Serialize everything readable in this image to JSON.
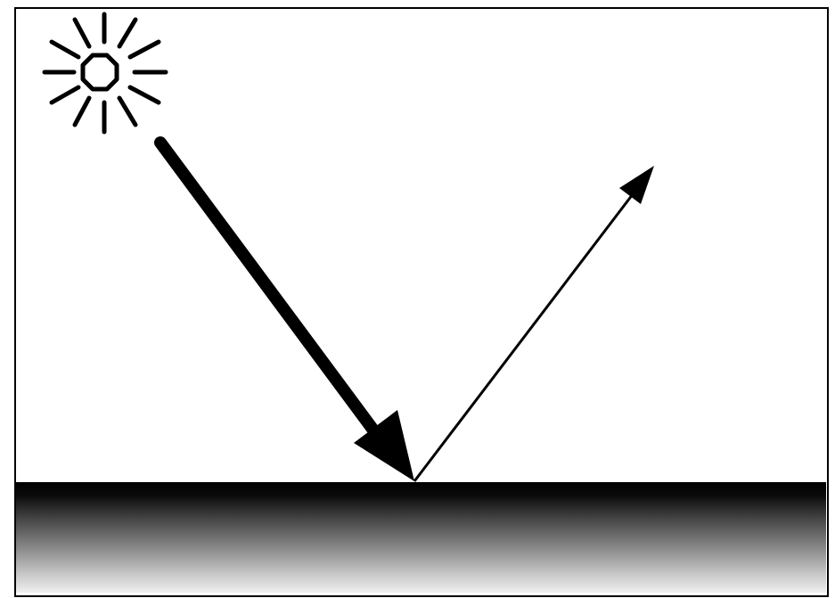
{
  "diagram": {
    "icons": {
      "source": "sun-icon"
    },
    "elements": {
      "incident_ray": "thick-arrow-down-right",
      "reflected_ray": "thin-arrow-up-right",
      "surface": "gradient-ground-surface"
    },
    "colors": {
      "background": "#ffffff",
      "ink": "#000000",
      "surface_top": "#000000",
      "surface_bottom": "#f0f0f0"
    }
  }
}
